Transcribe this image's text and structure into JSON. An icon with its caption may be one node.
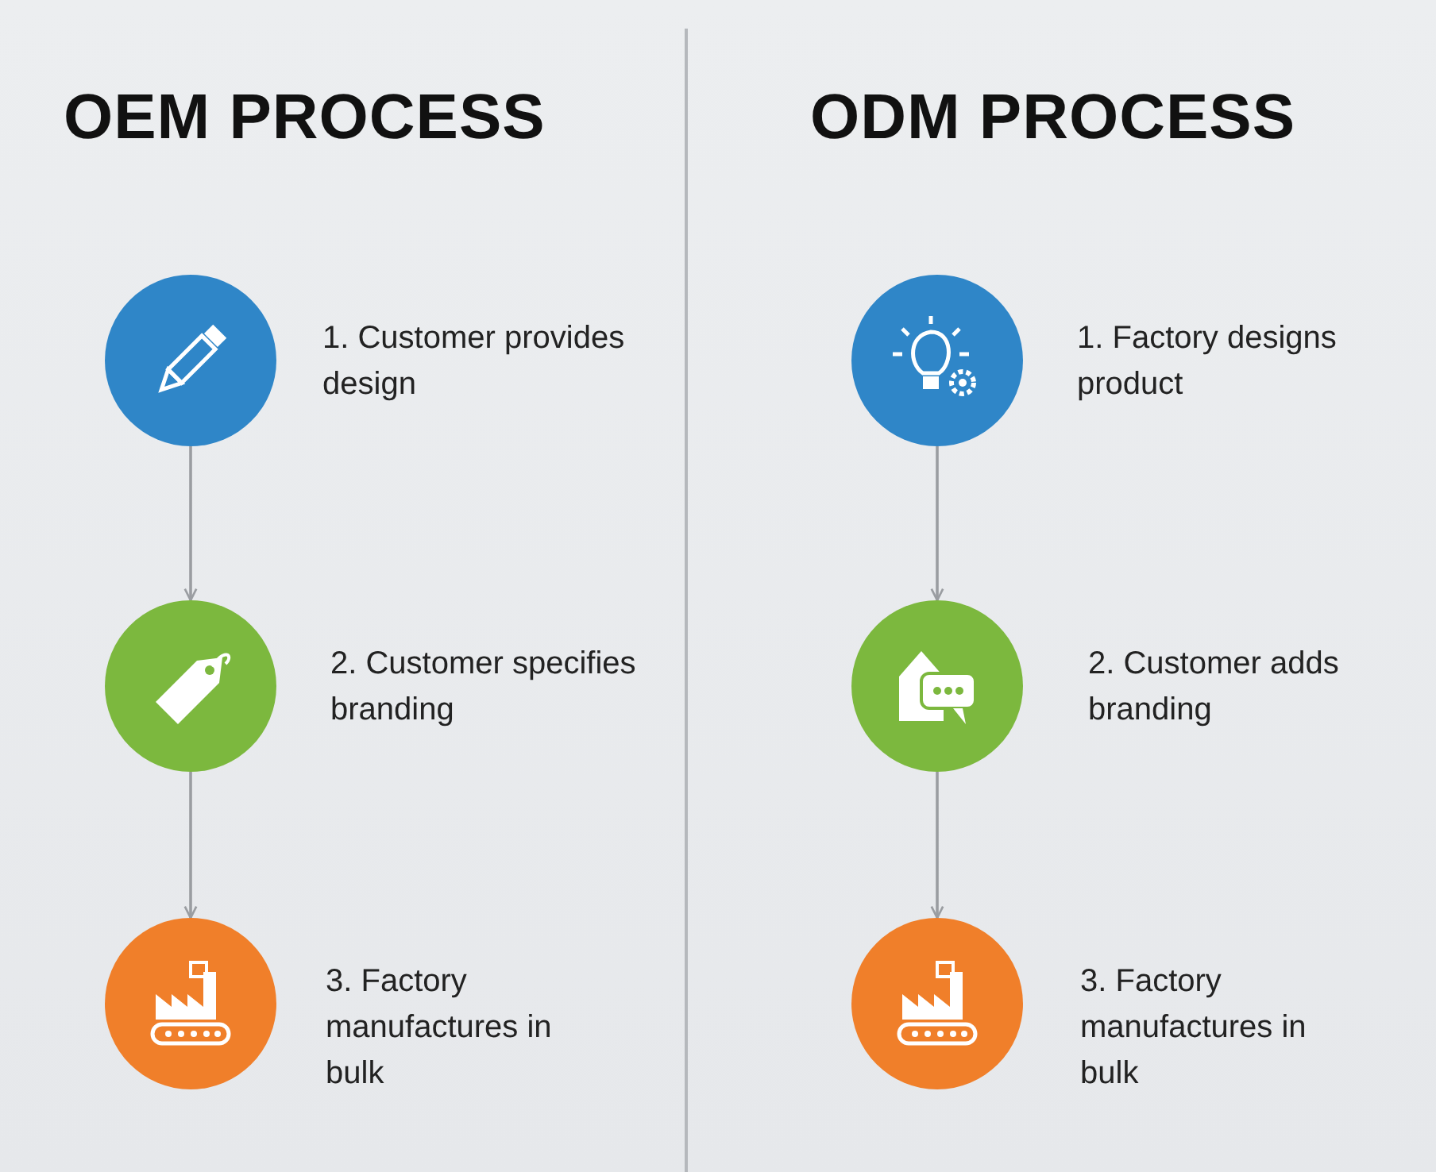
{
  "diagram": {
    "nodes": [
      {
        "text": [],
        "shape": "circle",
        "beside": [
          "1. Customer provides design"
        ]
      },
      {
        "text": [],
        "shape": "circle",
        "beside": [
          "2. Customer specifies branding"
        ]
      },
      {
        "text": [],
        "shape": "circle",
        "beside": [
          "3. Factory manufactures in bulk"
        ]
      },
      {
        "text": [],
        "shape": "circle",
        "beside": [
          "1. Factory designs product"
        ]
      },
      {
        "text": [],
        "shape": "circle",
        "beside": [
          "2. Customer adds branding"
        ]
      },
      {
        "text": [],
        "shape": "circle",
        "beside": [
          "3. Factory manufactures in bulk"
        ]
      }
    ],
    "edges": [
      {
        "from": 0,
        "to": 1,
        "arrow": "to"
      },
      {
        "from": 1,
        "to": 2,
        "arrow": "to"
      },
      {
        "from": 3,
        "to": 4,
        "arrow": "to"
      },
      {
        "from": 4,
        "to": 5,
        "arrow": "to"
      }
    ],
    "labels": [
      "OEM PROCESS",
      "ODM PROCESS"
    ]
  }
}
